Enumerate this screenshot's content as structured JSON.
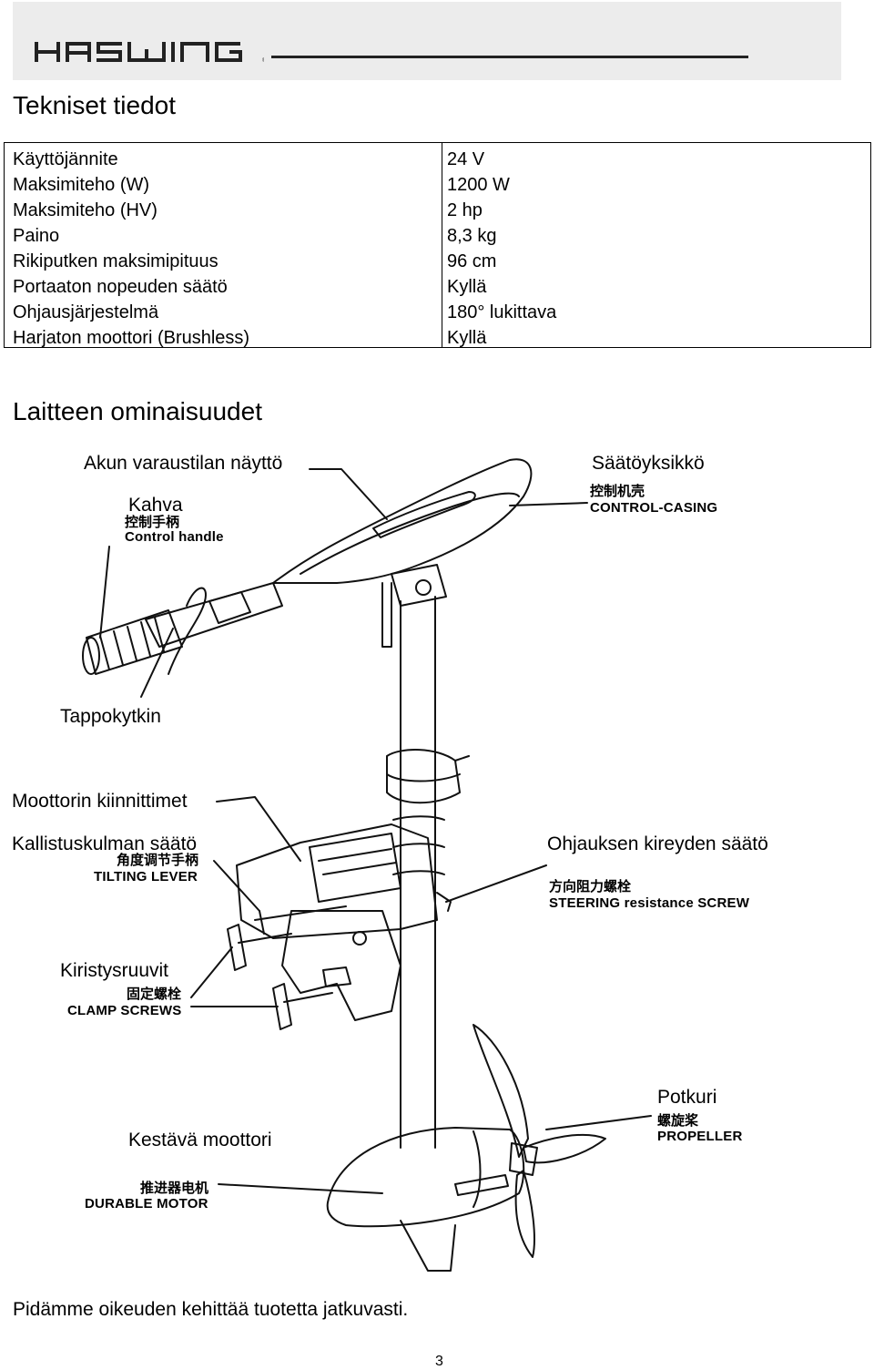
{
  "header": {
    "logo_text": "HASWING"
  },
  "section1": {
    "title": "Tekniset tiedot",
    "specs": [
      {
        "label": "Käyttöjännite",
        "value": "24 V"
      },
      {
        "label": "Maksimiteho (W)",
        "value": "1200 W"
      },
      {
        "label": "Maksimiteho (HV)",
        "value": "2 hp"
      },
      {
        "label": "Paino",
        "value": "8,3 kg"
      },
      {
        "label": "Rikiputken maksimipituus",
        "value": "96 cm"
      },
      {
        "label": "Portaaton nopeuden säätö",
        "value": "Kyllä"
      },
      {
        "label": "Ohjausjärjestelmä",
        "value": "180° lukittava"
      },
      {
        "label": "Harjaton moottori (Brushless)",
        "value": "Kyllä"
      }
    ]
  },
  "section2": {
    "title": "Laitteen ominaisuudet"
  },
  "diagram": {
    "labels": {
      "battery_display": "Akun varaustilan näyttö",
      "control_unit": "Säätöyksikkö",
      "control_unit_cn": "控制机壳",
      "control_unit_en": "CONTROL-CASING",
      "handle": "Kahva",
      "handle_cn": "控制手柄",
      "handle_en": "Control handle",
      "kill_switch": "Tappokytkin",
      "motor_mounts": "Moottorin kiinnittimet",
      "tilt_adjust": "Kallistuskulman säätö",
      "tilt_cn": "角度调节手柄",
      "tilt_en": "TILTING LEVER",
      "steering_adjust": "Ohjauksen kireyden säätö",
      "steering_cn": "方向阻力螺栓",
      "steering_en": "STEERING resistance SCREW",
      "clamp_screws": "Kiristysruuvit",
      "clamp_cn": "固定螺栓",
      "clamp_en": "CLAMP SCREWS",
      "propeller": "Potkuri",
      "propeller_cn": "螺旋桨",
      "propeller_en": "PROPELLER",
      "motor": "Kestävä moottori",
      "motor_cn": "推进器电机",
      "motor_en": "DURABLE MOTOR"
    }
  },
  "footer": {
    "note": "Pidämme oikeuden kehittää tuotetta jatkuvasti.",
    "page_number": "3"
  },
  "colors": {
    "header_band": "#ececec",
    "ink": "#000000"
  }
}
